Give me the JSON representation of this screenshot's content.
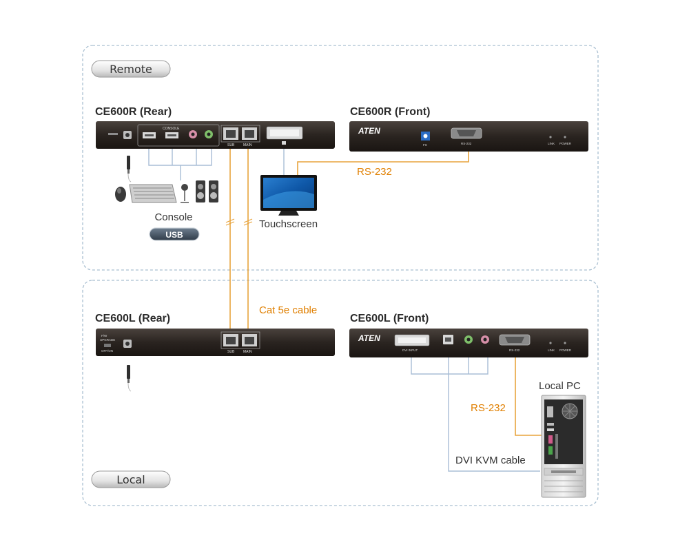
{
  "zones": {
    "remote_label": "Remote",
    "local_label": "Local"
  },
  "devices": {
    "ce600r_rear": {
      "title": "CE600R (Rear)",
      "console_port_label": "CONSOLE",
      "sub_label": "SUB",
      "main_label": "MAIN"
    },
    "ce600r_front": {
      "title": "CE600R (Front)",
      "brand": "ATEN",
      "rs232_port_label": "RS-232",
      "link_label": "LINK",
      "power_label": "POWER",
      "button_label": "FS"
    },
    "ce600l_rear": {
      "title": "CE600L (Rear)",
      "fw_label_1": "F/W",
      "fw_label_2": "UPGRADE",
      "offon_label": "OFF/ON",
      "sub_label": "SUB",
      "main_label": "MAIN"
    },
    "ce600l_front": {
      "title": "CE600L (Front)",
      "brand": "ATEN",
      "dvi_input_label": "DVI INPUT",
      "rs232_port_label": "RS-232",
      "link_label": "LINK",
      "power_label": "POWER"
    }
  },
  "peripherals": {
    "console_label": "Console",
    "usb_badge": "USB",
    "touchscreen_label": "Touchscreen",
    "local_pc_label": "Local PC"
  },
  "cables": {
    "rs232_remote_label": "RS-232",
    "cat5e_label": "Cat 5e cable",
    "rs232_local_label": "RS-232",
    "dvi_kvm_label": "DVI KVM cable"
  },
  "colors": {
    "orange_cable": "#e8a33c",
    "orange_text": "#e07f00",
    "blue_cable": "#a8bdd6",
    "dash_border": "#a9bfd1",
    "device_body": "#2d2724"
  }
}
